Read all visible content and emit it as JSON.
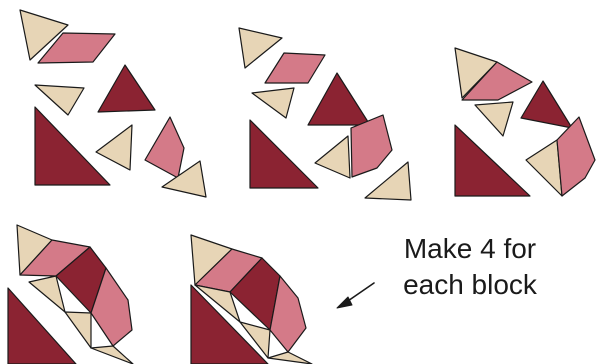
{
  "instruction": {
    "line1": "Make 4 for",
    "line2": "each block"
  },
  "colors": {
    "cream": "#E7D5B6",
    "pink": "#D47A88",
    "wine": "#8B2332",
    "outline": "#1a1a1a"
  },
  "steps": [
    {
      "name": "step-1-separated-pieces"
    },
    {
      "name": "step-2-partial-joins"
    },
    {
      "name": "step-3-more-joins"
    },
    {
      "name": "step-4-arc-unit-with-corner-apart"
    },
    {
      "name": "step-5-finished-quarter-unit"
    }
  ]
}
